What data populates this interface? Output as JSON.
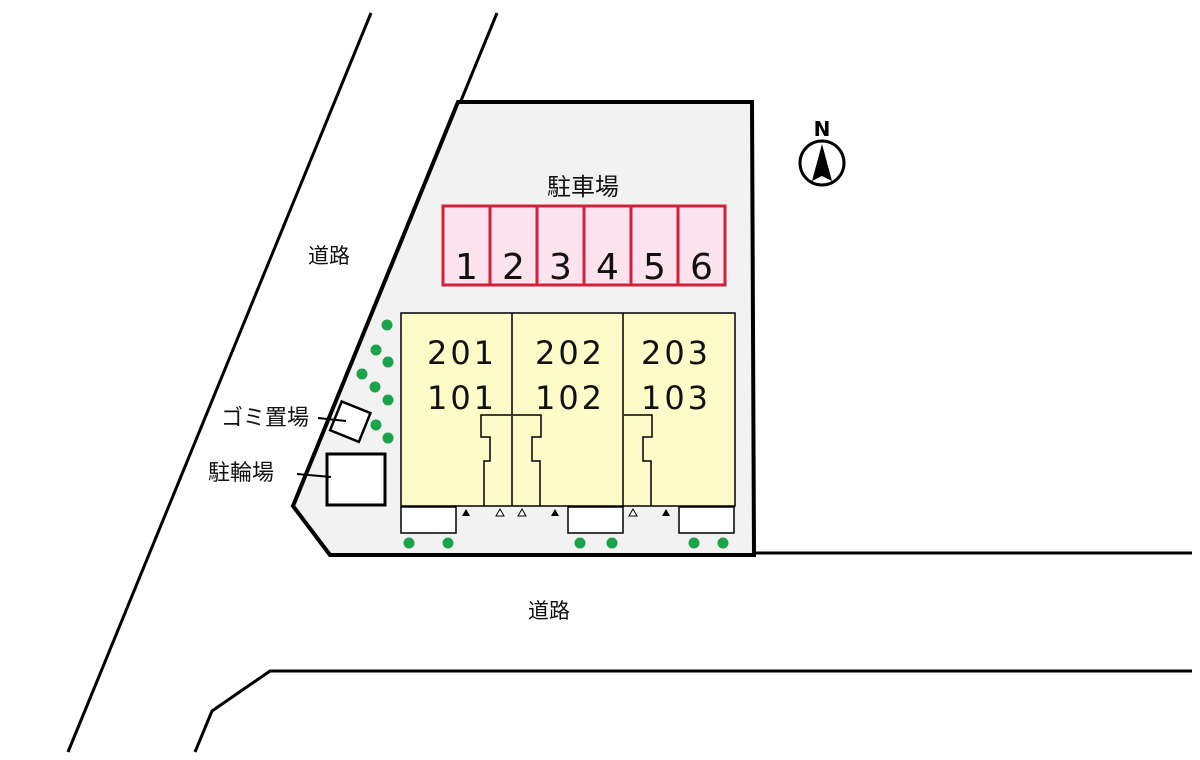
{
  "map": {
    "parking": {
      "title": "駐車場",
      "spaces": [
        "1",
        "2",
        "3",
        "4",
        "5",
        "6"
      ],
      "fill_color": "#fde3ee",
      "stroke_color": "#d0213b"
    },
    "building": {
      "upper_units": [
        "201",
        "202",
        "203"
      ],
      "lower_units": [
        "101",
        "102",
        "103"
      ],
      "fill_color": "#fdfbc8"
    },
    "roads": {
      "west_label": "道路",
      "south_label": "道路"
    },
    "facilities": {
      "garbage_label": "ゴミ置場",
      "bicycle_label": "駐輪場"
    },
    "compass": {
      "label": "N"
    },
    "colors": {
      "lot_fill": "#f2f2f2",
      "tree_color": "#1aa34a",
      "line_color": "#000000"
    }
  }
}
